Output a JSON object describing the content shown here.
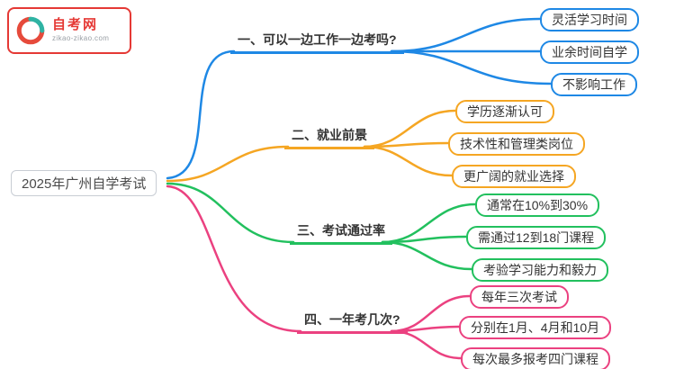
{
  "logo": {
    "site_name": "自考网",
    "site_url": "zikao-zikao.com"
  },
  "root_label": "2025年广州自学考试",
  "colors": {
    "branch1": "#1E88E5",
    "branch2": "#F5A623",
    "branch3": "#22C05E",
    "branch4": "#EB4180",
    "logo_red": "#E53935",
    "logo_teal": "#2FB3A3"
  },
  "branches": [
    {
      "label": "一、可以一边工作一边考吗?",
      "children": [
        "灵活学习时间",
        "业余时间自学",
        "不影响工作"
      ]
    },
    {
      "label": "二、就业前景",
      "children": [
        "学历逐渐认可",
        "技术性和管理类岗位",
        "更广阔的就业选择"
      ]
    },
    {
      "label": "三、考试通过率",
      "children": [
        "通常在10%到30%",
        "需通过12到18门课程",
        "考验学习能力和毅力"
      ]
    },
    {
      "label": "四、一年考几次?",
      "children": [
        "每年三次考试",
        "分别在1月、4月和10月",
        "每次最多报考四门课程"
      ]
    }
  ]
}
